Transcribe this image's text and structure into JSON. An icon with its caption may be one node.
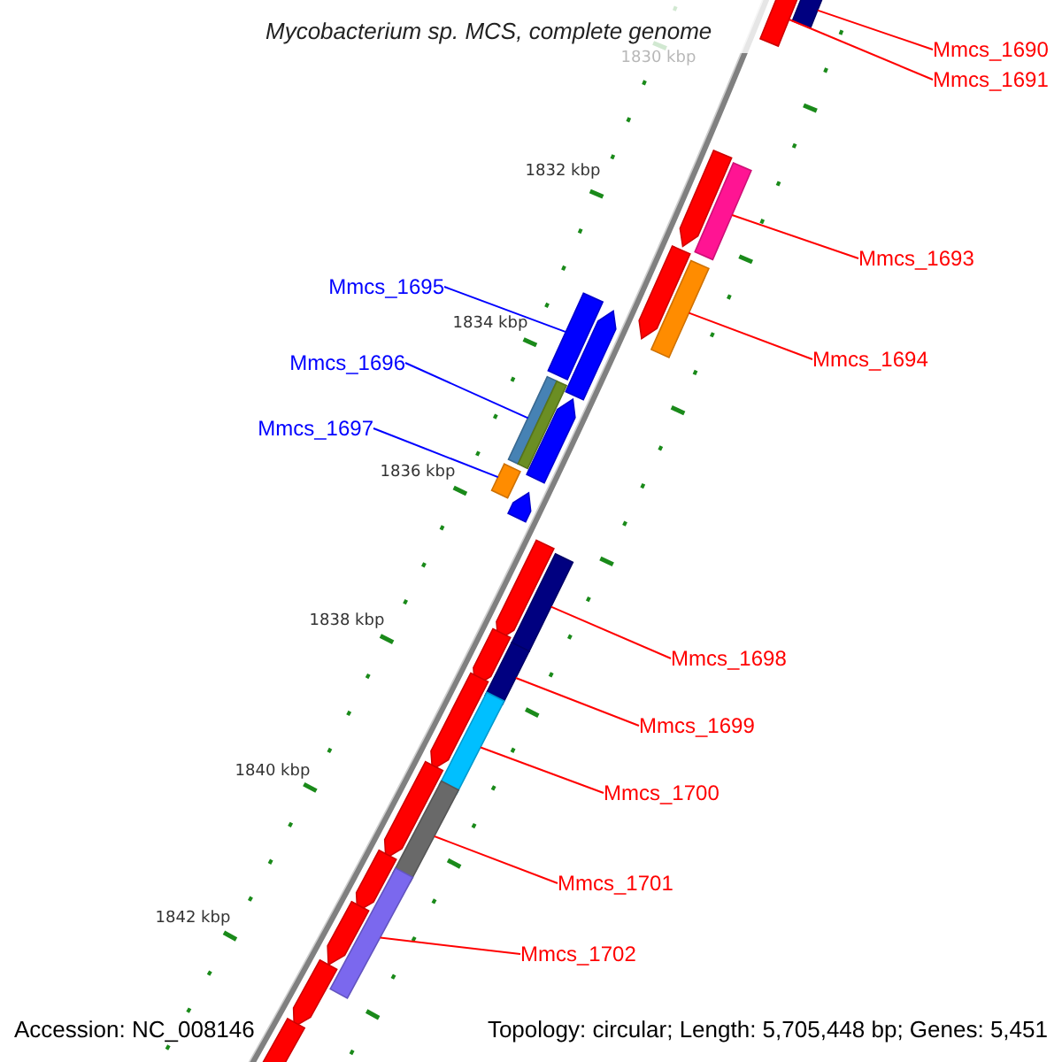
{
  "diagram": {
    "title": "Mycobacterium sp. MCS, complete genome",
    "nodes": [
      {
        "text": [
          "Mmcs_1690"
        ]
      },
      {
        "text": [
          "Mmcs_1691"
        ]
      },
      {
        "text": [
          "Mmcs_1693"
        ]
      },
      {
        "text": [
          "Mmcs_1695"
        ]
      },
      {
        "text": [
          "Mmcs_1694"
        ]
      },
      {
        "text": [
          "Mmcs_1696"
        ]
      },
      {
        "text": [
          "Mmcs_1697"
        ]
      },
      {
        "text": [
          "Mmcs_1698"
        ]
      },
      {
        "text": [
          "Mmcs_1699"
        ]
      },
      {
        "text": [
          "Mmcs_1700"
        ]
      },
      {
        "text": [
          "Mmcs_1701"
        ]
      },
      {
        "text": [
          "Mmcs_1702"
        ]
      },
      {
        "text": [],
        "shape": "bar"
      },
      {
        "text": [],
        "shape": "bar"
      },
      {
        "text": [],
        "shape": "bar"
      },
      {
        "text": [],
        "shape": "bar"
      },
      {
        "text": [],
        "shape": "bar"
      },
      {
        "text": [],
        "shape": "bar"
      },
      {
        "text": [],
        "shape": "bar"
      },
      {
        "text": [],
        "shape": "bar"
      },
      {
        "text": [],
        "shape": "bar"
      },
      {
        "text": [],
        "shape": "bar"
      },
      {
        "text": [],
        "shape": "bar"
      },
      {
        "text": [],
        "shape": "bar"
      },
      {
        "text": [],
        "shape": "bar"
      },
      {
        "text": [],
        "shape": "bar"
      },
      {
        "text": [],
        "shape": "bar"
      },
      {
        "text": [],
        "shape": "bar"
      },
      {
        "text": [],
        "shape": "bar"
      },
      {
        "text": [],
        "shape": "bar"
      },
      {
        "text": [],
        "shape": "bar"
      },
      {
        "text": [],
        "shape": "bar"
      },
      {
        "text": [],
        "shape": "bar"
      },
      {
        "text": [],
        "shape": "bar"
      },
      {
        "text": [],
        "shape": "bar"
      },
      {
        "text": [],
        "shape": "bar"
      },
      {
        "text": [],
        "shape": "bar"
      },
      {
        "text": [],
        "shape": "bar"
      }
    ],
    "edges": [
      {
        "from": 0,
        "to": 12,
        "arrow": "none"
      },
      {
        "from": 1,
        "to": 13,
        "arrow": "none"
      },
      {
        "from": 2,
        "to": 14,
        "arrow": "none"
      },
      {
        "from": 3,
        "to": 15,
        "arrow": "none",
        "color": "#0000ff"
      },
      {
        "from": 4,
        "to": 16,
        "arrow": "none"
      },
      {
        "from": 5,
        "to": 17,
        "arrow": "none",
        "color": "#0000ff"
      },
      {
        "from": 6,
        "to": 18,
        "arrow": "none",
        "color": "#0000ff"
      },
      {
        "from": 7,
        "to": 19,
        "arrow": "none"
      },
      {
        "from": 8,
        "to": 20,
        "arrow": "none"
      },
      {
        "from": 9,
        "to": 21,
        "arrow": "none"
      },
      {
        "from": 10,
        "to": 22,
        "arrow": "none"
      },
      {
        "from": 11,
        "to": 23,
        "arrow": "none"
      }
    ],
    "labels": [
      "1830 kbp",
      "1832 kbp",
      "1834 kbp",
      "1836 kbp",
      "1838 kbp",
      "1840 kbp",
      "1842 kbp",
      "Accession: NC_008146",
      "Topology: circular; Length: 5,705,448 bp; Genes: 5,451"
    ]
  }
}
